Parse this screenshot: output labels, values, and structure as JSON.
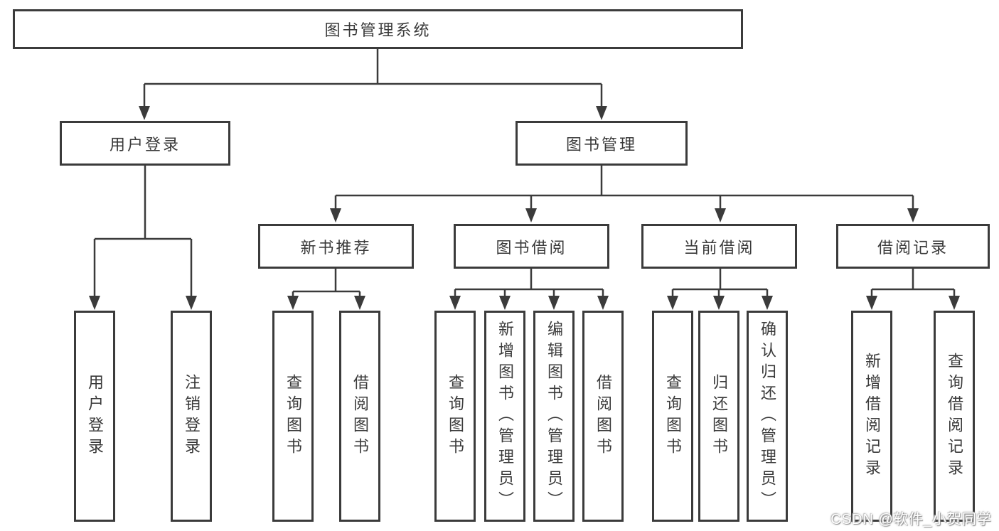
{
  "tree": {
    "root": {
      "label": "图书管理系统"
    },
    "level2": [
      {
        "id": "user-login",
        "label": "用户登录"
      },
      {
        "id": "book-management",
        "label": "图书管理"
      }
    ],
    "level3": [
      {
        "id": "new-book-recommend",
        "label": "新书推荐",
        "parent": "book-management"
      },
      {
        "id": "book-borrow",
        "label": "图书借阅",
        "parent": "book-management"
      },
      {
        "id": "current-borrow",
        "label": "当前借阅",
        "parent": "book-management"
      },
      {
        "id": "borrow-records",
        "label": "借阅记录",
        "parent": "book-management"
      }
    ],
    "leaves": [
      {
        "label": "用户登录",
        "parent": "user-login"
      },
      {
        "label": "注销登录",
        "parent": "user-login"
      },
      {
        "label": "查询图书",
        "parent": "new-book-recommend"
      },
      {
        "label": "借阅图书",
        "parent": "new-book-recommend"
      },
      {
        "label": "查询图书",
        "parent": "book-borrow"
      },
      {
        "label": "新增图书（管理员）",
        "parent": "book-borrow"
      },
      {
        "label": "编辑图书（管理员）",
        "parent": "book-borrow"
      },
      {
        "label": "借阅图书",
        "parent": "book-borrow"
      },
      {
        "label": "查询图书",
        "parent": "current-borrow"
      },
      {
        "label": "归还图书",
        "parent": "current-borrow"
      },
      {
        "label": "确认归还（管理员）",
        "parent": "current-borrow"
      },
      {
        "label": "新增借阅记录",
        "parent": "borrow-records"
      },
      {
        "label": "查询借阅记录",
        "parent": "borrow-records"
      }
    ]
  },
  "watermark": {
    "text": "CSDN @软件_小贺同学"
  },
  "colors": {
    "line": "#3b3b3b",
    "box_border": "#3b3b3b",
    "box_fill": "#ffffff",
    "text": "#3a3a3a",
    "background": "#ffffff",
    "watermark_text": "#ffffff"
  }
}
